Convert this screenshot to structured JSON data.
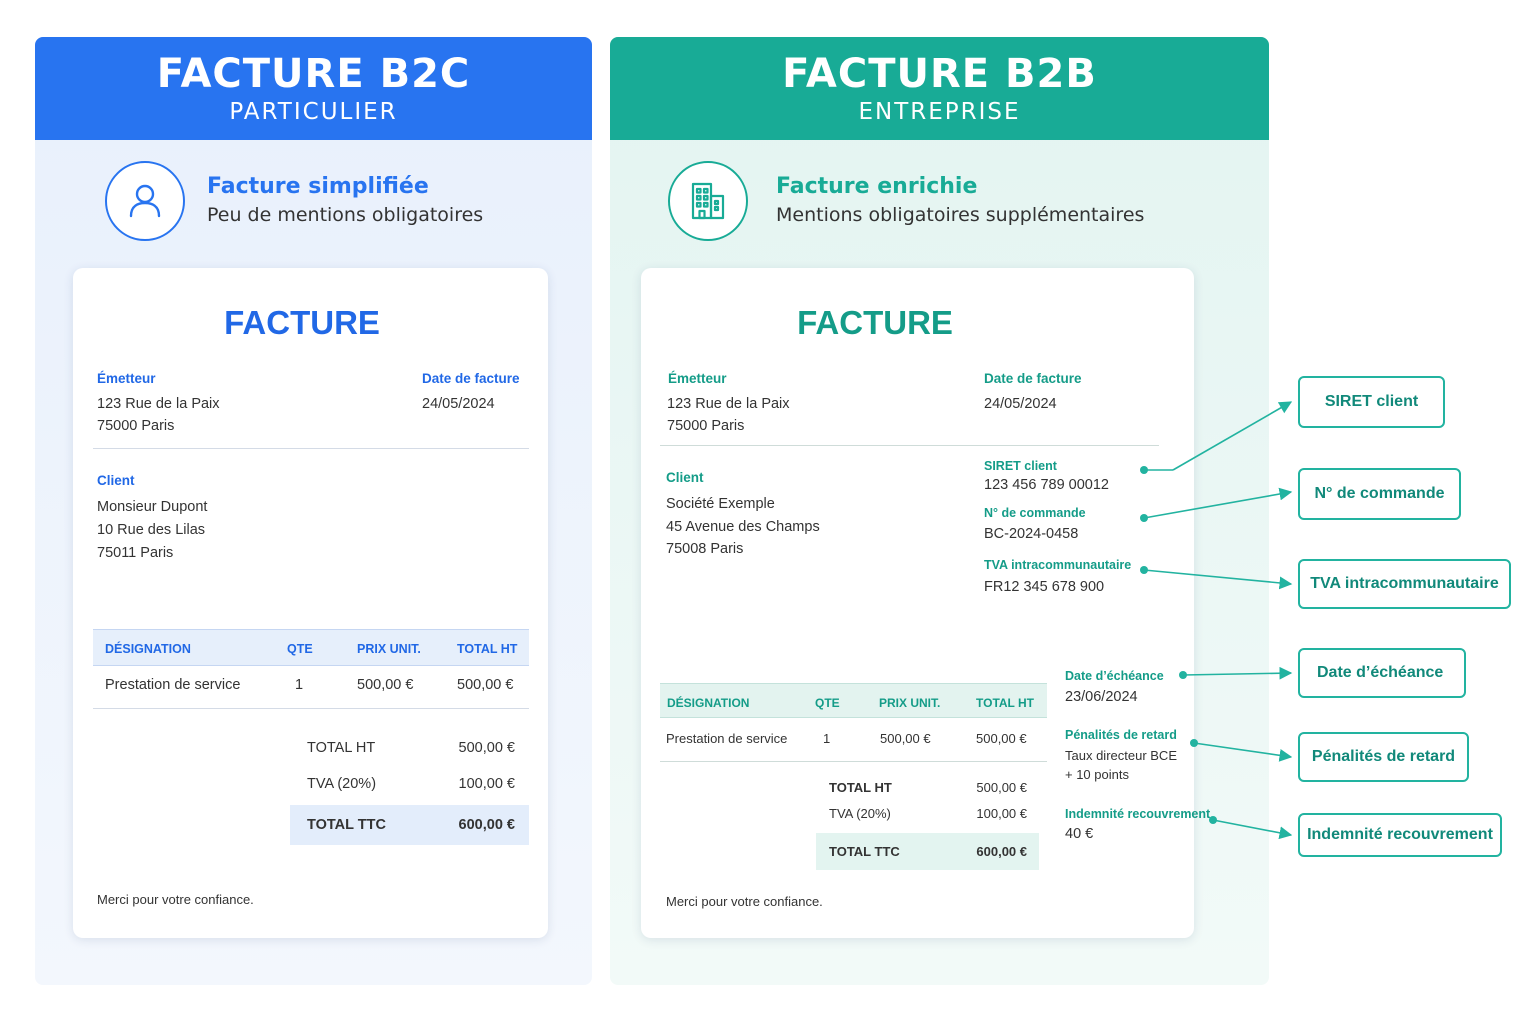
{
  "b2c": {
    "title": "FACTURE B2C",
    "subtitle": "PARTICULIER",
    "icon": "user-icon",
    "intro_heading": "Facture simplifiée",
    "intro_desc": "Peu de mentions obligatoires",
    "invoice": {
      "title": "FACTURE",
      "emitter_label": "Émetteur",
      "emitter_line1": "123 Rue de la Paix",
      "emitter_line2": "75000 Paris",
      "date_label": "Date de facture",
      "date_value": "24/05/2024",
      "client_label": "Client",
      "client_line1": "Monsieur Dupont",
      "client_line2": "10 Rue des Lilas",
      "client_line3": "75011 Paris",
      "columns": [
        "DÉSIGNATION",
        "QTE",
        "PRIX UNIT.",
        "TOTAL HT"
      ],
      "row": [
        "Prestation de service",
        "1",
        "500,00 €",
        "500,00 €"
      ],
      "total_ht_label": "TOTAL HT",
      "total_ht_value": "500,00 €",
      "tva_label": "TVA (20%)",
      "tva_value": "100,00 €",
      "ttc_label": "TOTAL TTC",
      "ttc_value": "600,00 €",
      "thanks": "Merci pour votre confiance."
    }
  },
  "b2b": {
    "title": "FACTURE B2B",
    "subtitle": "ENTREPRISE",
    "icon": "building-icon",
    "intro_heading": "Facture enrichie",
    "intro_desc": "Mentions obligatoires supplémentaires",
    "invoice": {
      "title": "FACTURE",
      "emitter_label": "Émetteur",
      "emitter_line1": "123 Rue de la Paix",
      "emitter_line2": "75000 Paris",
      "date_label": "Date de facture",
      "date_value": "24/05/2024",
      "client_label": "Client",
      "client_line1": "Société Exemple",
      "client_line2": "45 Avenue des Champs",
      "client_line3": "75008 Paris",
      "siret_label": "SIRET client",
      "siret_value": "123 456 789 00012",
      "order_label": "N° de commande",
      "order_value": "BC-2024-0458",
      "vat_label": "TVA intracommunautaire",
      "vat_value": "FR12 345 678 900",
      "columns": [
        "DÉSIGNATION",
        "QTE",
        "PRIX UNIT.",
        "TOTAL HT"
      ],
      "row": [
        "Prestation de service",
        "1",
        "500,00 €",
        "500,00 €"
      ],
      "total_ht_label": "TOTAL HT",
      "total_ht_value": "500,00 €",
      "tva_label": "TVA (20%)",
      "tva_value": "100,00 €",
      "ttc_label": "TOTAL TTC",
      "ttc_value": "600,00 €",
      "thanks": "Merci pour votre confiance."
    },
    "side": {
      "due_label": "Date d’échéance",
      "due_value": "23/06/2024",
      "penalty_label": "Pénalités de retard",
      "penalty_line1": "Taux directeur BCE",
      "penalty_line2": "+ 10 points",
      "indemnity_label": "Indemnité recouvrement",
      "indemnity_value": "40 €"
    }
  },
  "callouts": {
    "siret": "SIRET client",
    "order": "N° de commande",
    "vat": "TVA intracommunautaire",
    "due": "Date d’échéance",
    "penalty": "Pénalités de retard",
    "indemnity": "Indemnité recouvrement"
  },
  "colors": {
    "b2c_accent": "#2874f0",
    "b2b_accent": "#18ab96"
  }
}
